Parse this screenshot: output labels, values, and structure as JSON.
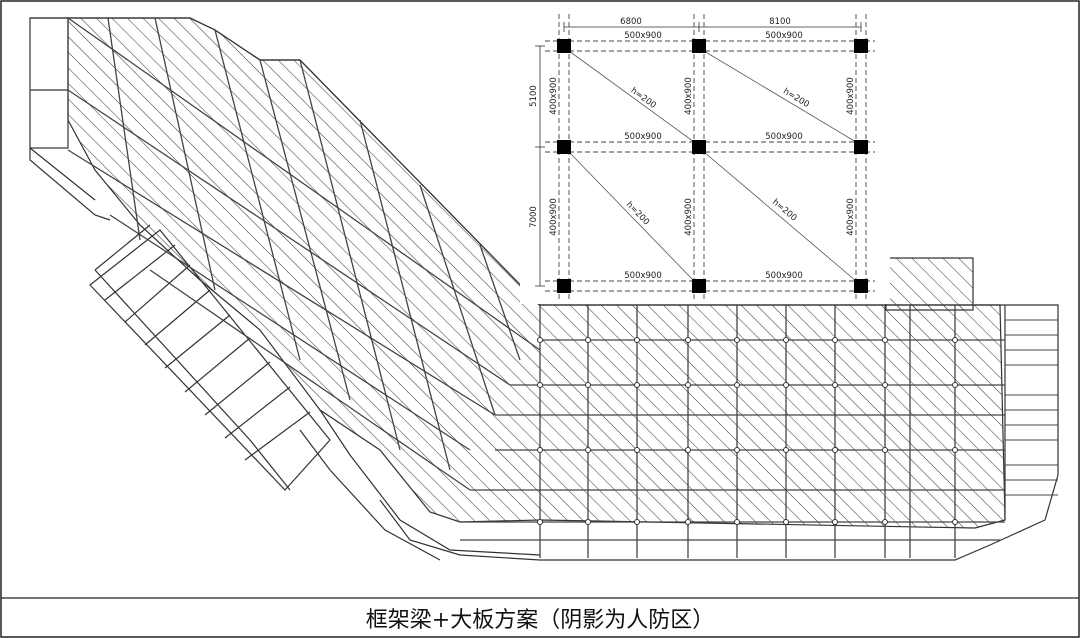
{
  "caption": "框架梁+大板方案（阴影为人防区）",
  "detail": {
    "span_labels": [
      "6800",
      "8100"
    ],
    "bay_labels": [
      "5100",
      "7000"
    ],
    "beam_labels": {
      "horizontal": [
        "500x900",
        "500x900",
        "500x900",
        "500x900",
        "500x900",
        "500x900"
      ],
      "vertical": [
        "400x900",
        "400x900",
        "400x900",
        "400x900",
        "400x900",
        "400x900"
      ]
    },
    "slab_labels": [
      "h=200",
      "h=200",
      "h=200",
      "h=200"
    ]
  },
  "colors": {
    "line": "#222222",
    "hatch": "#333333",
    "column": "#000000"
  }
}
